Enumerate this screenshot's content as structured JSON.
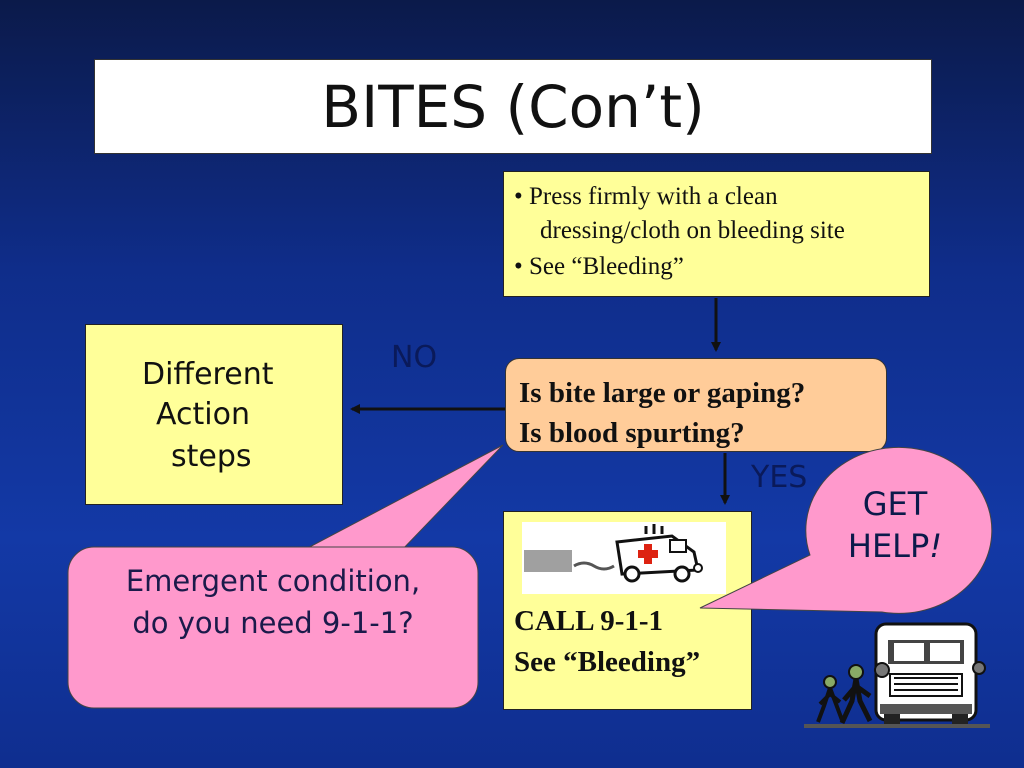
{
  "title": "BITES (Con’t)",
  "top_box": {
    "bullet_1": "Press firmly with a clean",
    "bullet_1_cont": "dressing/cloth on bleeding site",
    "bullet_2": "See “Bleeding”"
  },
  "question": {
    "line_1": "Is bite large or gaping?",
    "line_2": "Is blood spurting?"
  },
  "no_label": "NO",
  "yes_label": "YES",
  "left_box": {
    "line_1": "Different",
    "line_2": "Action",
    "line_3": "steps"
  },
  "call_box": {
    "line_1": "CALL 9-1-1",
    "line_2": "See “Bleeding”"
  },
  "get_help": {
    "line_1": "GET",
    "line_2": "HELP",
    "punct": "!"
  },
  "emergent": {
    "line_1": "Emergent condition,",
    "line_2": "do you need 9-1-1?"
  },
  "colors": {
    "yellow_box": "#ffff99",
    "question_box": "#ffcc99",
    "callout_pink": "#ff99cc",
    "background": "#1339a6"
  },
  "icons": [
    "ambulance-icon",
    "bus-with-pedestrians-icon"
  ]
}
